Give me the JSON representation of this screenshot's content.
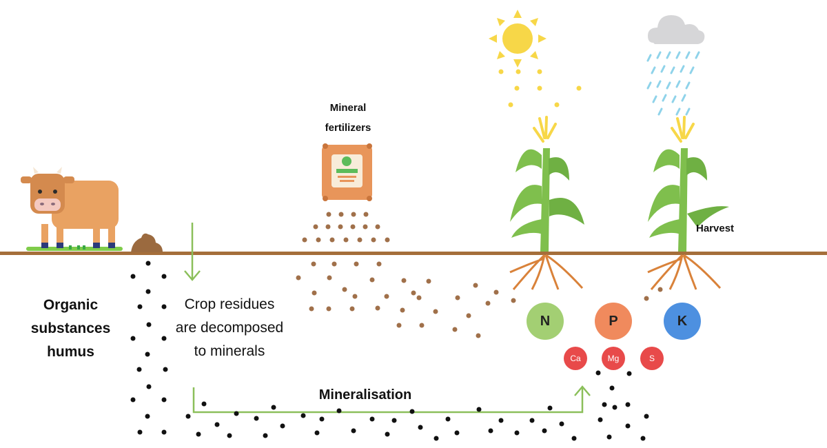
{
  "labels": {
    "organic": [
      "Organic",
      "substances",
      "humus"
    ],
    "crop_residues": [
      "Crop residues",
      "are decomposed",
      "to minerals"
    ],
    "mineral_fertilizers": [
      "Mineral",
      "fertilizers"
    ],
    "harvest": "Harvest",
    "mineralisation": "Mineralisation"
  },
  "nutrients": {
    "major": [
      {
        "symbol": "N",
        "color": "#a3cf73"
      },
      {
        "symbol": "P",
        "color": "#f08a5d"
      },
      {
        "symbol": "K",
        "color": "#4d90e0"
      }
    ],
    "secondary": [
      {
        "symbol": "Ca",
        "color": "#e84a4a"
      },
      {
        "symbol": "Mg",
        "color": "#e84a4a"
      },
      {
        "symbol": "S",
        "color": "#e84a4a"
      }
    ]
  },
  "colors": {
    "soil_line": "#a56e3a",
    "arrow_green": "#8bbf5a",
    "fertilizer_dots": "#a0704a",
    "organic_dots": "#111111",
    "sun": "#f7d748",
    "rain": "#8fd3ea",
    "cow": "#e9a262",
    "plant_green": "#7fbf4d",
    "roots": "#d9823a"
  },
  "icons": [
    "cow-icon",
    "manure-icon",
    "fertilizer-bag-icon",
    "sun-icon",
    "rain-cloud-icon",
    "corn-plant-icon"
  ]
}
